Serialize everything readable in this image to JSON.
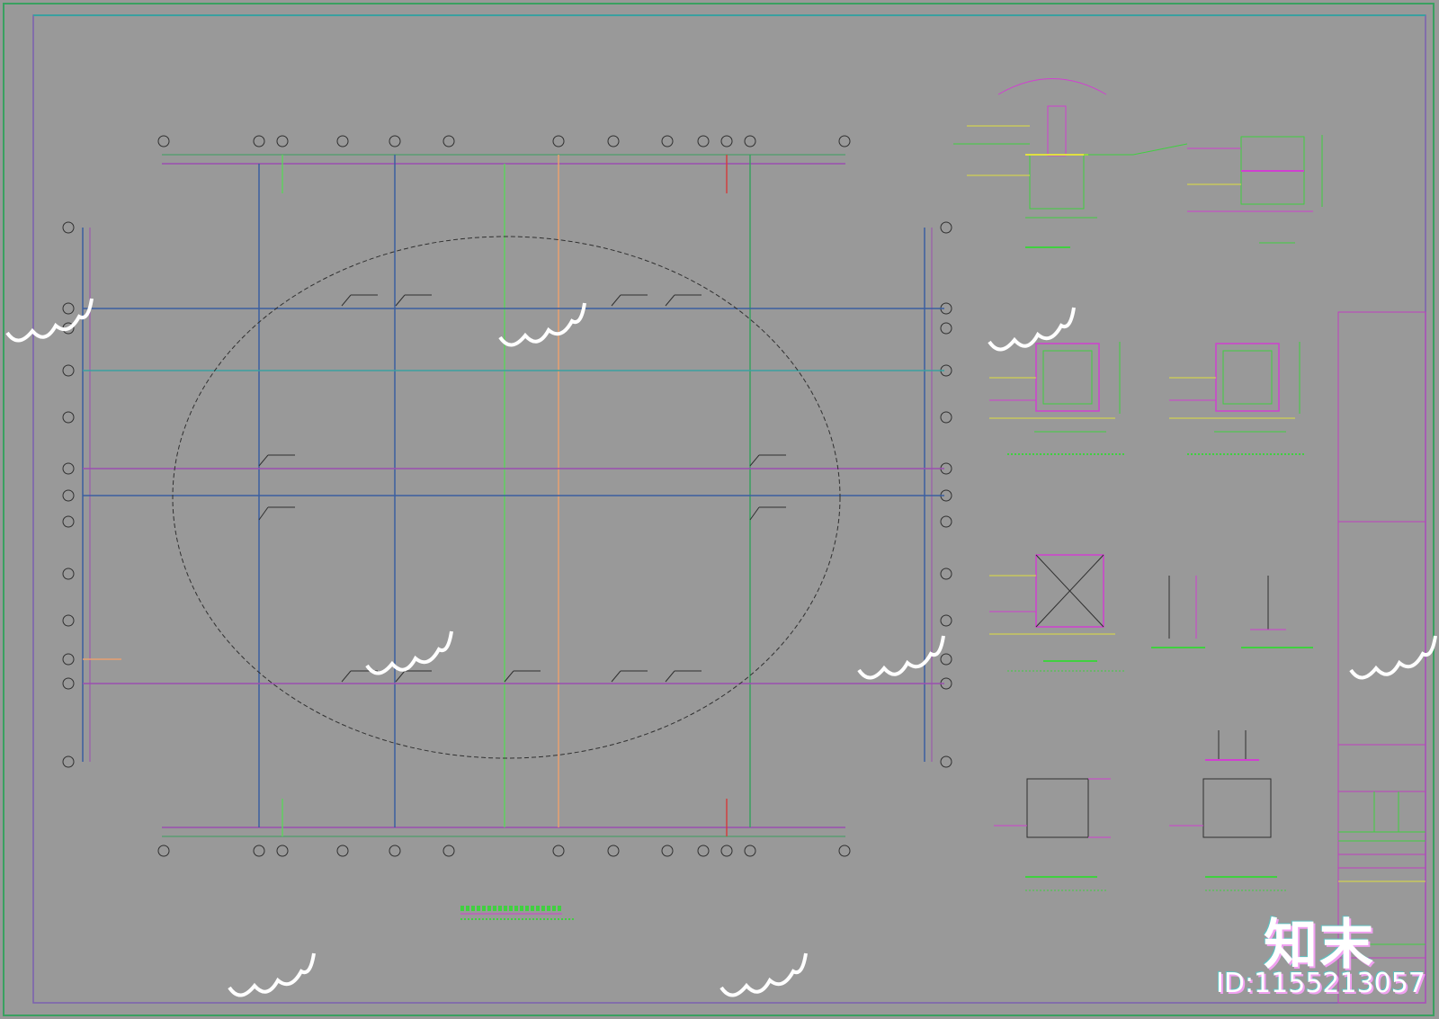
{
  "watermark": {
    "brand": "知末",
    "id_label": "ID:1155213057"
  },
  "colors": {
    "background": "#999999",
    "frame": "#3aa060",
    "grid_green": "#5fcf5f",
    "grid_purple": "#9b4fb0",
    "grid_blue": "#3a5fa0",
    "grid_teal": "#3aa0a0",
    "grid_red": "#d04040",
    "grid_orange": "#e8a070",
    "ellipse": "#303030",
    "detail_green": "#40d040",
    "detail_magenta": "#d040d0",
    "detail_yellow": "#e0e040",
    "watermark_white": "#ffffff"
  },
  "icons": {
    "seal": "decorative-scalloped-watermark-seal"
  }
}
